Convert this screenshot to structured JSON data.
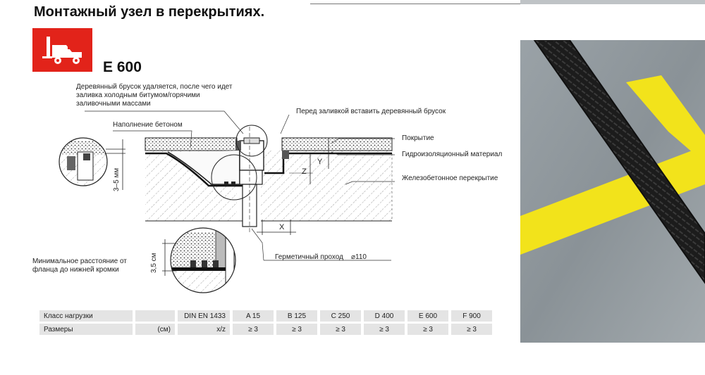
{
  "page": {
    "title": "Монтажный узел в перекрытиях.",
    "load_class": "E 600"
  },
  "labels": {
    "wood_removed": "Деревянный брусок удаляется, после чего идет заливка холодным битумом/горячими заливочными массами",
    "before_pour": "Перед заливкой вставить деревянный брусок",
    "concrete_fill": "Наполнение бетоном",
    "coating": "Покрытие",
    "waterproofing": "Гидроизоляционный материал",
    "rc_slab": "Железобетонное перекрытие",
    "sealed_passage": "Герметичный проход",
    "diameter": "⌀110",
    "min_distance": "Минимальное расстояние от фланца до нижней кромки",
    "dim_3_5_mm": "3–5 мм",
    "dim_3_5_cm": "3,5 см",
    "dim_x": "X",
    "dim_y": "Y",
    "dim_z": "Z"
  },
  "table": {
    "row1": {
      "label": "Класс нагрузки",
      "mid": "",
      "std": "DIN  EN 1433",
      "values": [
        "A 15",
        "B 125",
        "C 250",
        "D 400",
        "E 600",
        "F 900"
      ]
    },
    "row2": {
      "label": "Размеры",
      "mid": "(см)",
      "std": "x/z",
      "values": [
        "≥ 3",
        "≥ 3",
        "≥ 3",
        "≥ 3",
        "≥ 3",
        "≥ 3"
      ]
    }
  },
  "colors": {
    "brand_red": "#e2231a",
    "floor_grey": "#8f979c",
    "channel_black": "#1c1c1c",
    "marking_yellow": "#f2e31b"
  },
  "icons": {
    "badge": "forklift-icon"
  }
}
